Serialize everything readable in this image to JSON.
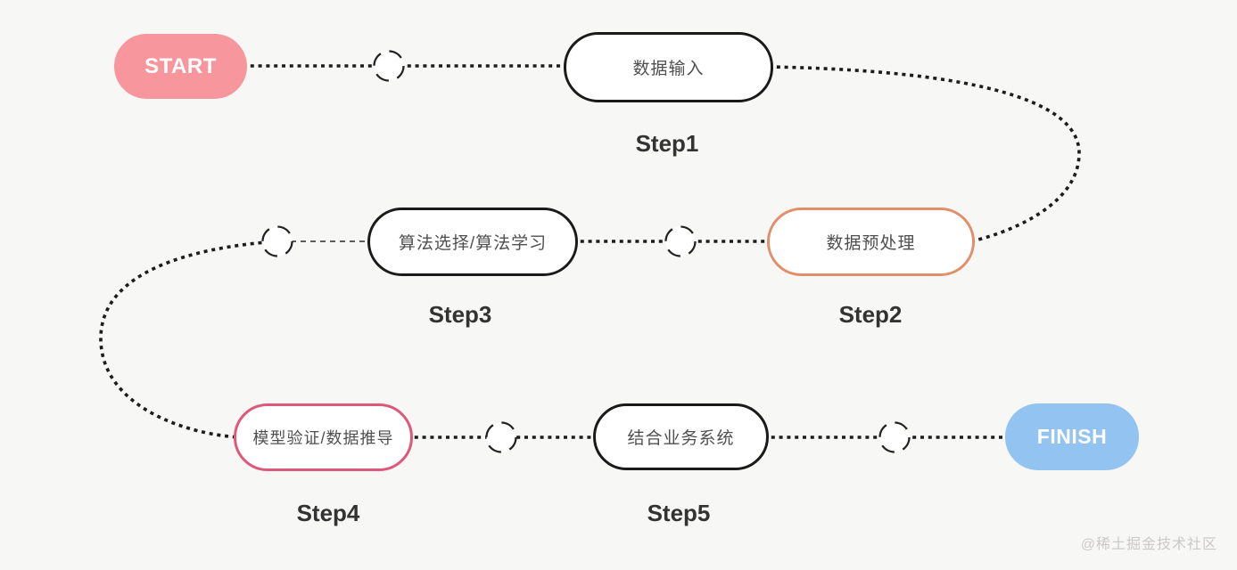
{
  "page": {
    "background_color": "#F7F7F6"
  },
  "diagram": {
    "start": {
      "label": "START",
      "fill": "#F7979D",
      "text_color": "#FFFFFF"
    },
    "finish": {
      "label": "FINISH",
      "fill": "#93C3F0",
      "text_color": "#FFFFFF"
    },
    "steps": [
      {
        "name": "Step1",
        "label": "数据输入",
        "border_color": "#1A1A1A"
      },
      {
        "name": "Step2",
        "label": "数据预处理",
        "border_color": "#E08F6B"
      },
      {
        "name": "Step3",
        "label": "算法选择/算法学习",
        "border_color": "#1A1A1A"
      },
      {
        "name": "Step4",
        "label": "模型验证/数据推导",
        "border_color": "#DE5979"
      },
      {
        "name": "Step5",
        "label": "结合业务系统",
        "border_color": "#1A1A1A"
      }
    ],
    "connector": {
      "color": "#1C1C1C",
      "style": "dotted"
    },
    "watermark": "@稀土掘金技术社区"
  }
}
